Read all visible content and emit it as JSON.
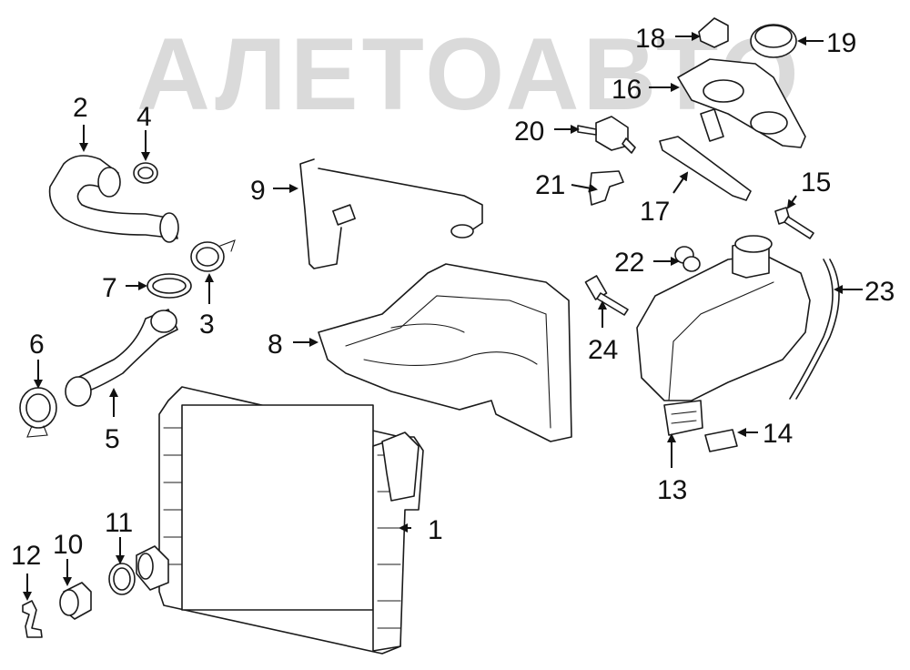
{
  "watermark": {
    "text": "АЛЕТОАВТО",
    "color": "#bdbdbd"
  },
  "callouts": {
    "c1": "1",
    "c2": "2",
    "c3": "3",
    "c4": "4",
    "c5": "5",
    "c6": "6",
    "c7": "7",
    "c8": "8",
    "c9": "9",
    "c10": "10",
    "c11": "11",
    "c12": "12",
    "c13": "13",
    "c14": "14",
    "c15": "15",
    "c16": "16",
    "c17": "17",
    "c18": "18",
    "c19": "19",
    "c20": "20",
    "c21": "21",
    "c22": "22",
    "c23": "23",
    "c24": "24"
  },
  "colors": {
    "line": "#1a1a1a",
    "background": "#ffffff",
    "shade": "#d9d9d9"
  }
}
